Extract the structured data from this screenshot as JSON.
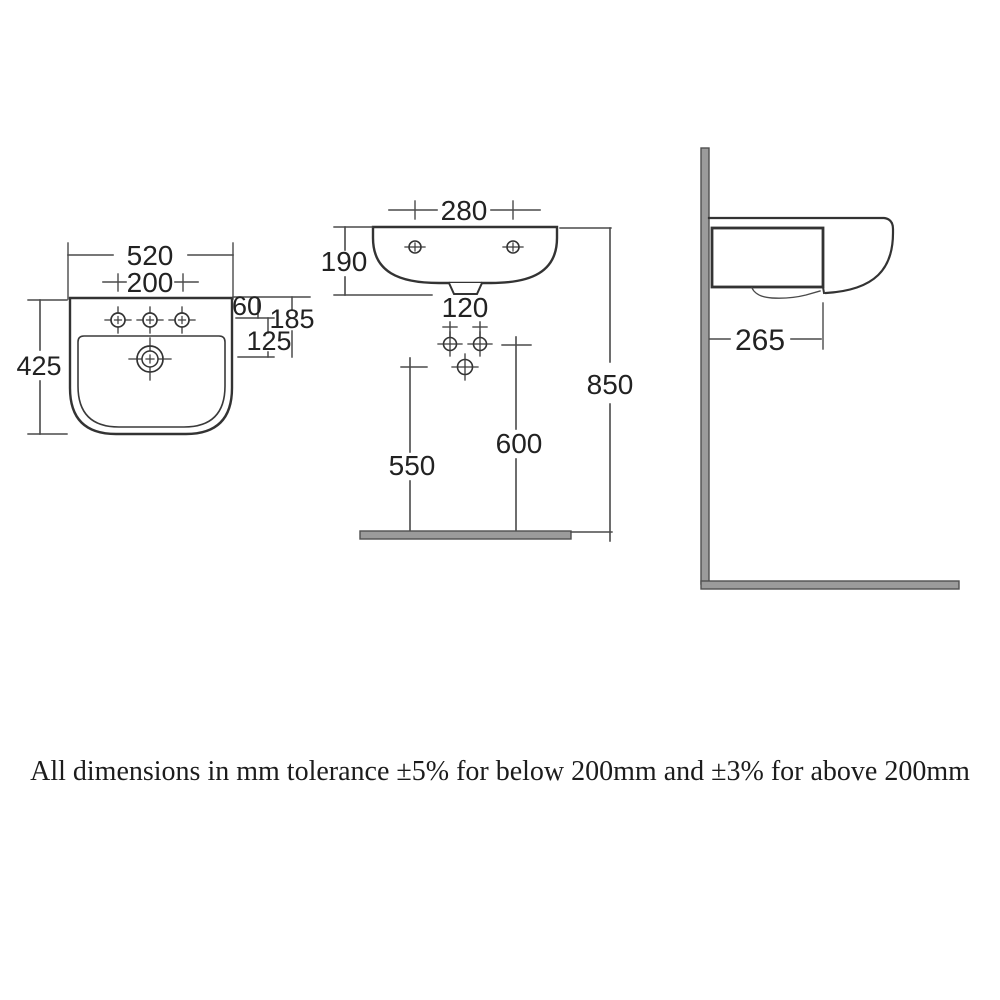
{
  "dimensions": {
    "top": {
      "width": "520",
      "tap_spacing": "200",
      "depth": "425",
      "rim_to_taps": "60",
      "rim_to_drain": "185",
      "taps_to_drain": "125"
    },
    "front": {
      "fixing_spacing": "280",
      "bowl_depth": "190",
      "waste_spacing": "120",
      "rim_height": "850",
      "bracket_height": "550",
      "fixing_height": "600"
    },
    "side": {
      "projection": "265"
    }
  },
  "footer": {
    "note": "All dimensions in mm tolerance ±5% for below 200mm and ±3% for above 200mm"
  },
  "colors": {
    "line": "#333333",
    "thin_line": "#4a4a4a",
    "text": "#222222",
    "wall_fill": "#9b9b9b",
    "wall_stroke": "#4f4f4f"
  }
}
